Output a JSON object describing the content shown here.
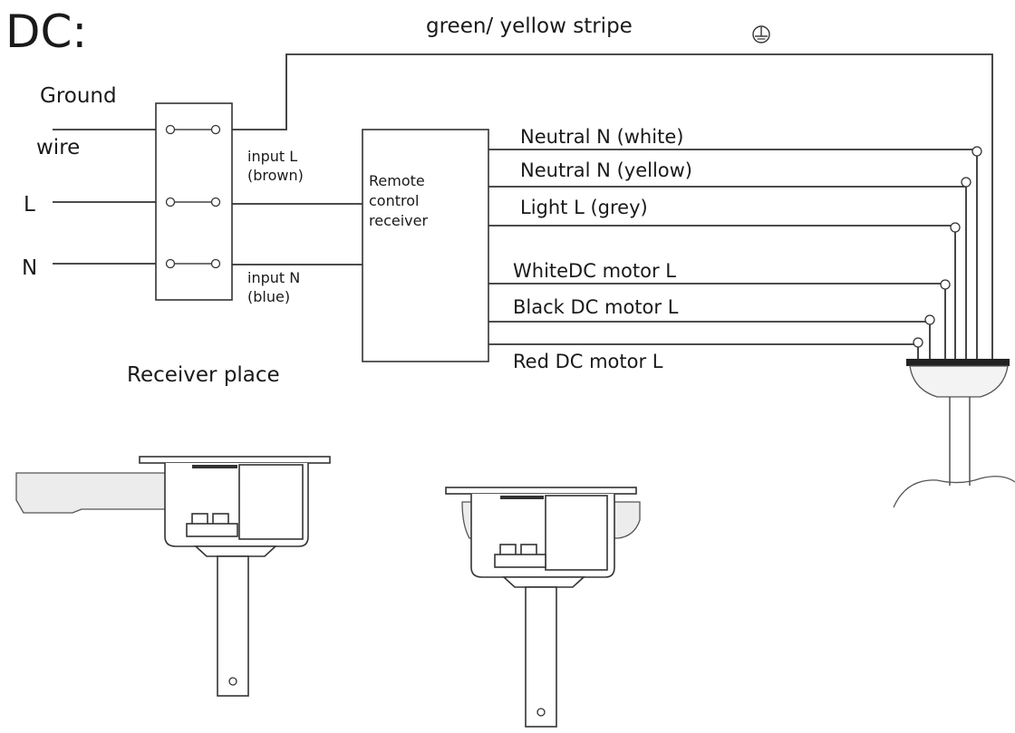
{
  "title": "DC:",
  "ground_stripe_label": "green/ yellow stripe",
  "ground_symbol": "earth-ground-symbol",
  "left_labels": {
    "ground_line1": "Ground",
    "ground_line2": "wire",
    "live": "L",
    "neutral": "N"
  },
  "input_l": {
    "line1": "input L",
    "line2": "(brown)"
  },
  "input_n": {
    "line1": "input N",
    "line2": "(blue)"
  },
  "receiver_box": {
    "line1": "Remote",
    "line2": "control",
    "line3": "receiver"
  },
  "output_wires": [
    "Neutral N (white)",
    "Neutral N (yellow)",
    "Light L (grey)",
    "WhiteDC motor L",
    "Black DC motor L",
    "Red DC motor L"
  ],
  "receiver_place_label": "Receiver place"
}
